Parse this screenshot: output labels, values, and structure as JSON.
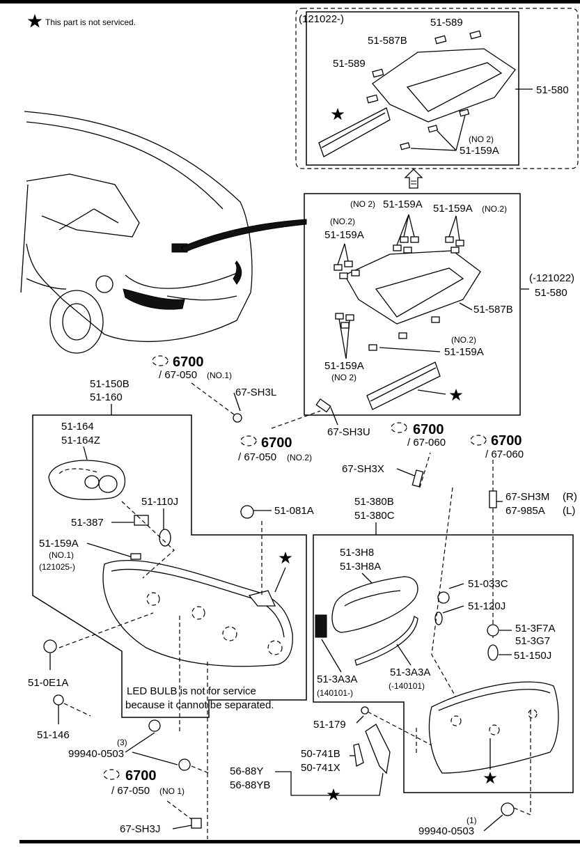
{
  "header": {
    "note": "This part is not serviced."
  },
  "upper_box": {
    "date": "(121022-)",
    "labels": {
      "p589a": "51-589",
      "p587b": "51-587B",
      "p589b": "51-589",
      "p580": "51-580",
      "no2": "(NO 2)",
      "p159a": "51-159A"
    }
  },
  "mid_box": {
    "no2_top": "(NO 2)",
    "p159a_top": "51-159A",
    "p159a_right": "51-159A",
    "no2_right": "(NO.2)",
    "no2_left": "(NO.2)",
    "p159a_left": "51-159A",
    "date": "(-121022)",
    "p580": "51-580",
    "p587b": "51-587B",
    "no2_low": "(NO.2)",
    "p159a_low": "51-159A",
    "p159a_bottom": "51-159A",
    "no2_bottom": "(NO 2)"
  },
  "codes": {
    "c6700_1": "6700",
    "c67050_1": "/ 67-050",
    "no1_1": "(NO.1)",
    "c67sh3l": "67-SH3L",
    "c67sh3u": "67-SH3U",
    "c6700_2": "6700",
    "c67050_2": "/ 67-050",
    "no2_2": "(NO.2)",
    "c6700_3": "6700",
    "c67060_3": "/ 67-060",
    "c6700_4": "6700",
    "c67060_4": "/ 67-060",
    "c67sh3x": "67-SH3X",
    "c67sh3m": "67-SH3M",
    "r": "(R)",
    "c67985a": "67-985A",
    "l": "(L)",
    "c6700_5": "6700",
    "c67050_5": "/ 67-050",
    "no1_5": "(NO 1)",
    "c67sh3j": "67-SH3J"
  },
  "left": {
    "p150b": "51-150B",
    "p160": "51-160",
    "p164": "51-164",
    "p164z": "51-164Z",
    "p110j": "51-110J",
    "p387": "51-387",
    "p159a": "51-159A",
    "no1": "(NO.1)",
    "date": "(121025-)",
    "p081a": "51-081A",
    "p0e1a": "51-0E1A",
    "p146": "51-146",
    "qty3": "(3)",
    "p99940": "99940-0503",
    "led1": "LED BULB is not for service",
    "led2": "because it cannot be separated."
  },
  "right": {
    "p380b": "51-380B",
    "p380c": "51-380C",
    "p3h8": "51-3H8",
    "p3h8a": "51-3H8A",
    "p033c": "51-033C",
    "p120j": "51-120J",
    "p3f7a": "51-3F7A",
    "p3g7": "51-3G7",
    "p150j": "51-150J",
    "p3a3a_1": "51-3A3A",
    "date_1": "(140101-)",
    "p3a3a_2": "51-3A3A",
    "date_2": "(-140101)",
    "p179": "51-179",
    "p741b": "50-741B",
    "p741x": "50-741X",
    "p88y": "56-88Y",
    "p88yb": "56-88YB",
    "qty1": "(1)",
    "p99940": "99940-0503"
  },
  "icons": [
    "star-icon",
    "bulb-icon",
    "arrow-up-icon"
  ]
}
